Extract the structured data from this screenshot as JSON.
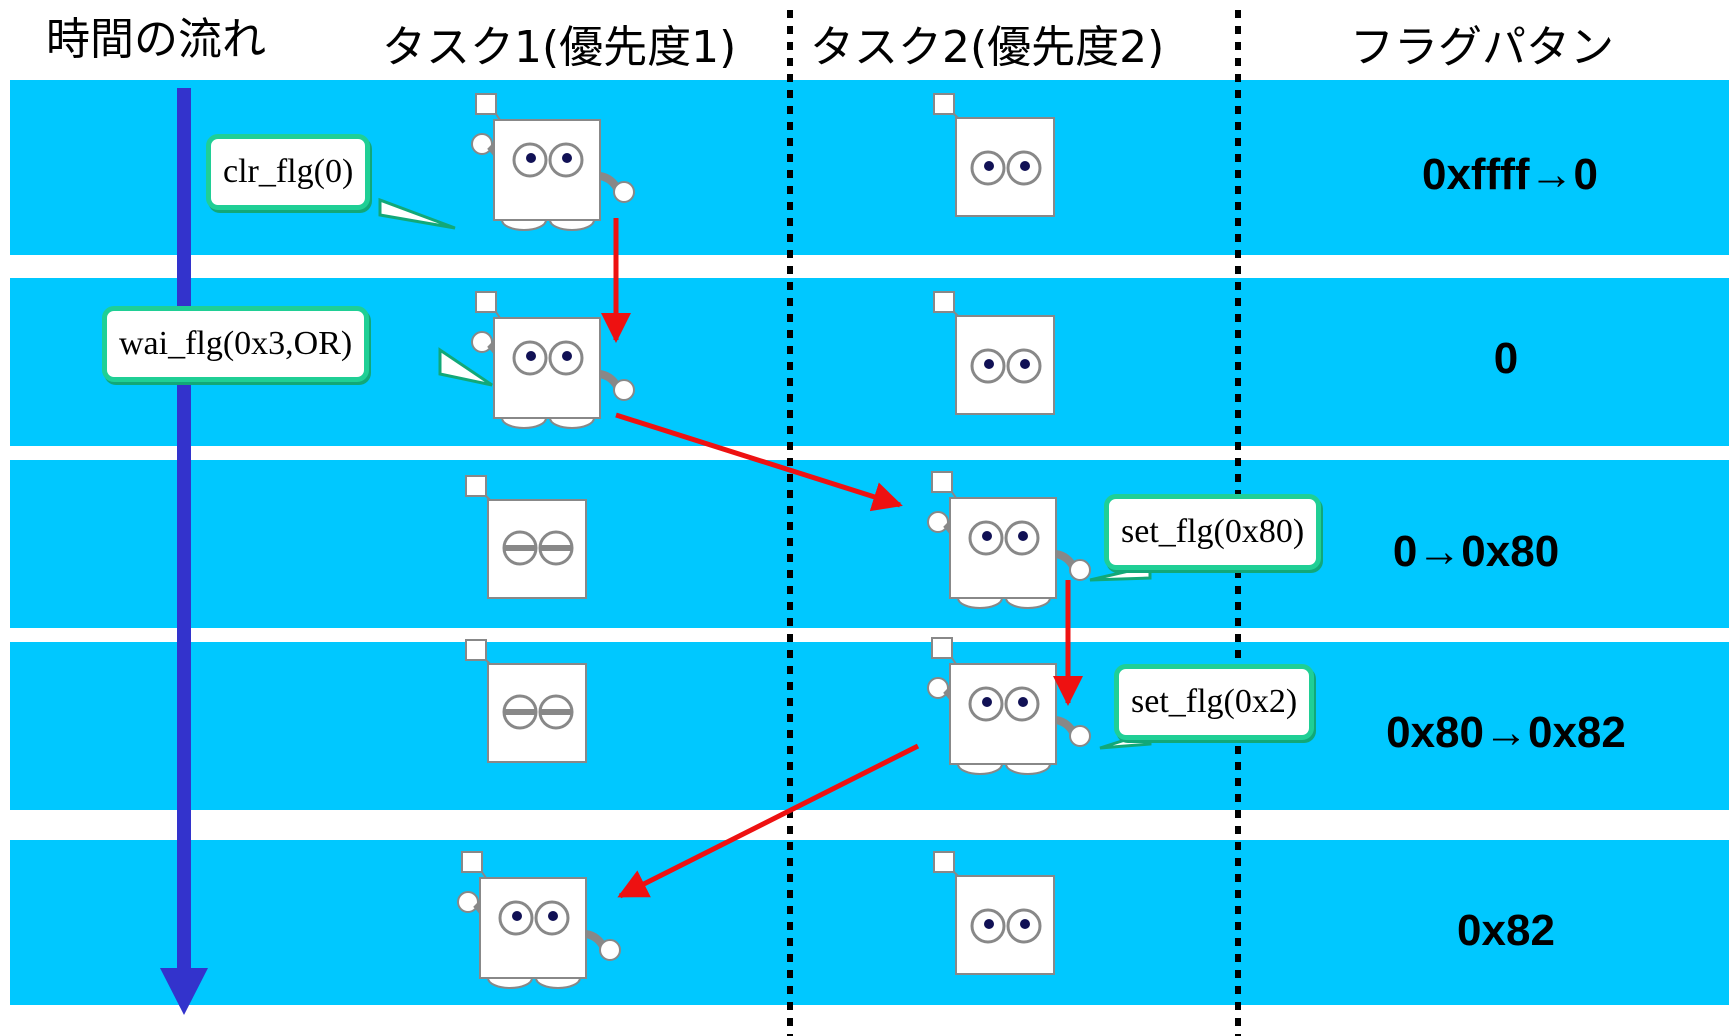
{
  "headers": {
    "time_flow": "時間の流れ",
    "task1": "タスク1(優先度1)",
    "task2": "タスク2(優先度2)",
    "flag_pattern": "フラグパタン"
  },
  "rows": [
    {
      "call": "clr_flg(0)",
      "caller": "task1",
      "pattern": "0xffff→0",
      "task1_state": "running",
      "task2_state": "ready"
    },
    {
      "call": "wai_flg(0x3,OR)",
      "caller": "task1",
      "pattern": "0",
      "task1_state": "running",
      "task2_state": "ready"
    },
    {
      "call": "set_flg(0x80)",
      "caller": "task2",
      "pattern": "0→0x80",
      "task1_state": "waiting",
      "task2_state": "running"
    },
    {
      "call": "set_flg(0x2)",
      "caller": "task2",
      "pattern": "0x80→0x82",
      "task1_state": "waiting",
      "task2_state": "running"
    },
    {
      "call": "",
      "caller": "",
      "pattern": "0x82",
      "task1_state": "running",
      "task2_state": "ready"
    }
  ],
  "colors": {
    "band": "#00c8ff",
    "time_arrow": "#3333cc",
    "flow_arrow": "#ee1111",
    "bubble_border": "#1fcf95"
  }
}
